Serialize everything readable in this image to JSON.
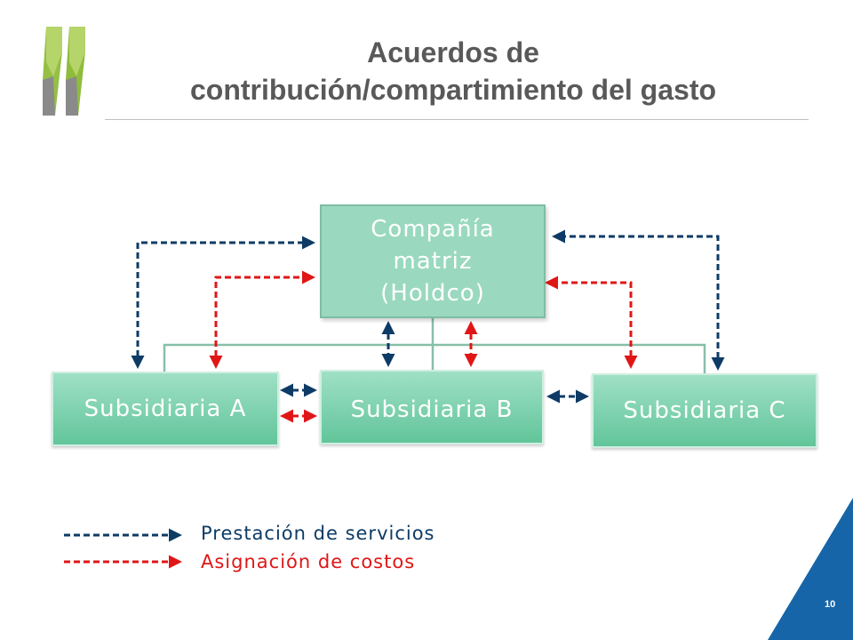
{
  "header": {
    "title_line1": "Acuerdos de",
    "title_line2": "contribución/compartimiento del gasto"
  },
  "colors": {
    "service_arrow": "#0d3b66",
    "cost_arrow": "#e01616",
    "box_fill": "#9ad9c0",
    "connector": "#87bfa8",
    "brand_green": "#8fbc3b",
    "corner_blue": "#1565a8",
    "title_gray": "#595959"
  },
  "diagram": {
    "parent": {
      "line1": "Compañía",
      "line2": "matriz",
      "line3": "(Holdco)"
    },
    "subsidiaries": [
      {
        "label": "Subsidiaria A"
      },
      {
        "label": "Subsidiaria B"
      },
      {
        "label": "Subsidiaria C"
      }
    ]
  },
  "legend": [
    {
      "label": "Prestación de servicios",
      "color": "#0d3b66"
    },
    {
      "label": "Asignación de costos",
      "color": "#e01616"
    }
  ],
  "footer": {
    "page_number": "10"
  },
  "icons": {
    "logo": "oecd-chevron-logo"
  }
}
